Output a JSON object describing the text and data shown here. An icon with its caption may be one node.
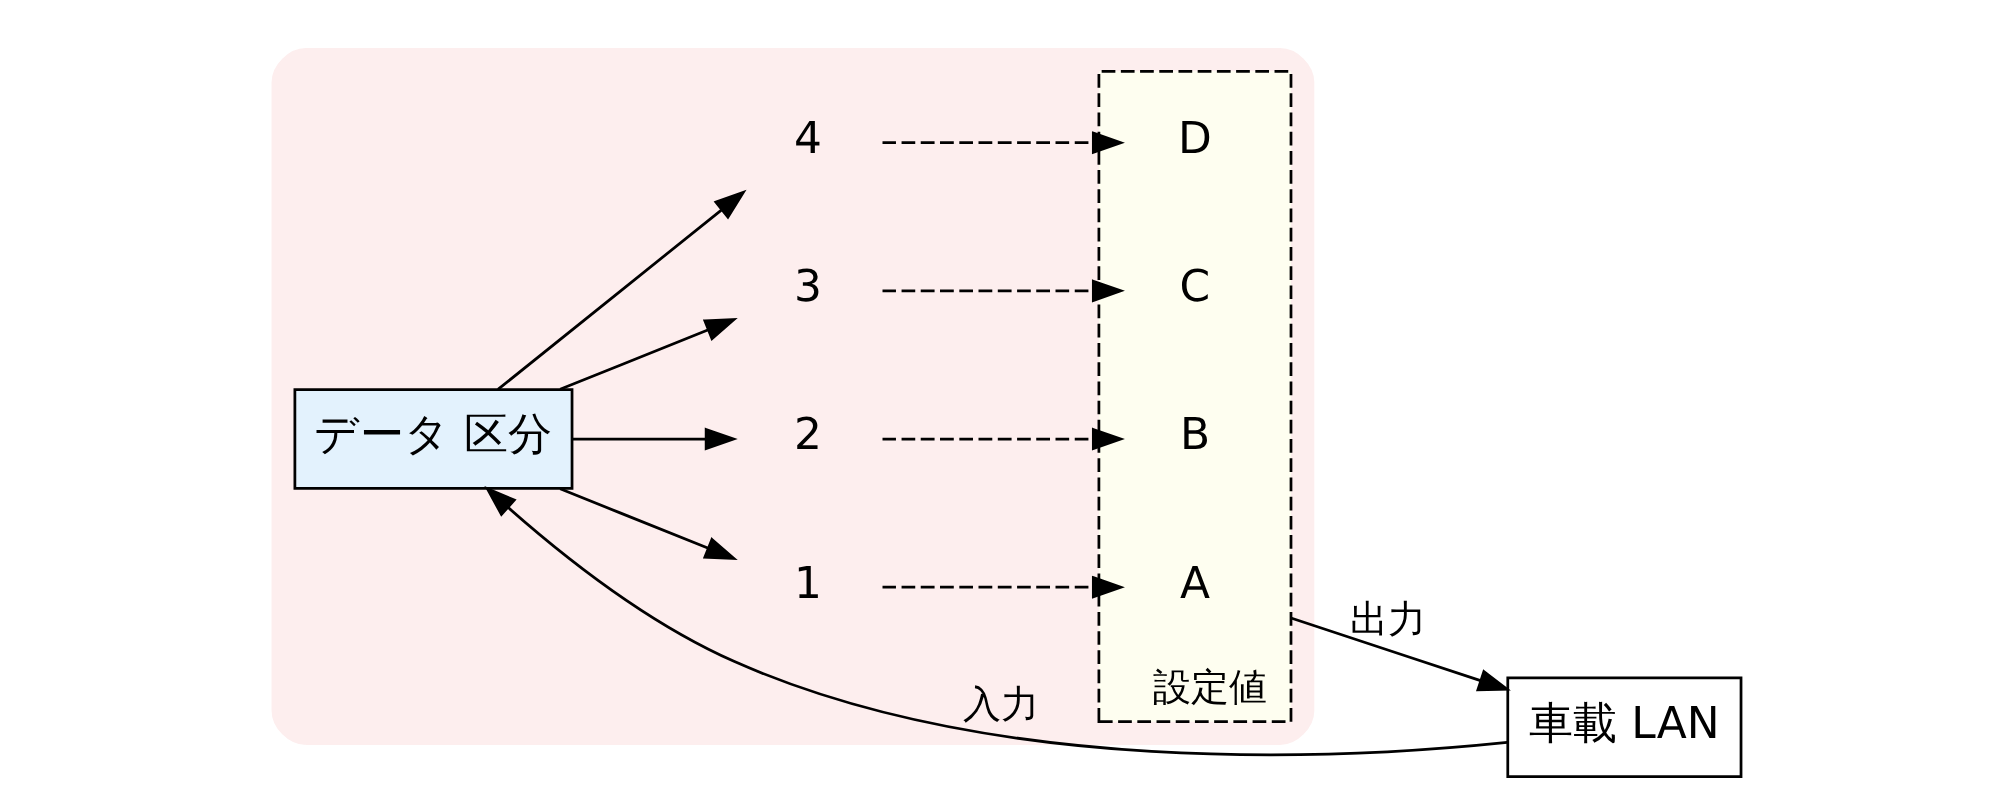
{
  "diagram": {
    "nodes": [
      {
        "text": [],
        "shape": "box"
      },
      {
        "text": [
          "データ 区分"
        ],
        "in": 0
      },
      {
        "text": [
          "1"
        ],
        "in": 0
      },
      {
        "text": [
          "2"
        ],
        "in": 0
      },
      {
        "text": [
          "3"
        ],
        "in": 0
      },
      {
        "text": [
          "4"
        ],
        "in": 0
      },
      {
        "text": [],
        "shape": "box",
        "beside": [
          "設定値"
        ],
        "in": 0
      },
      {
        "text": [
          "A"
        ],
        "in": 6
      },
      {
        "text": [
          "B"
        ],
        "in": 6
      },
      {
        "text": [
          "C"
        ],
        "in": 6
      },
      {
        "text": [
          "D"
        ],
        "in": 6
      },
      {
        "text": [
          "車載 LAN"
        ]
      }
    ],
    "edges": [
      {
        "from": 11,
        "to": 1,
        "arrow": "to",
        "label": "入力"
      },
      {
        "from": 1,
        "to": 2,
        "arrow": "to"
      },
      {
        "from": 1,
        "to": 3,
        "arrow": "to"
      },
      {
        "from": 1,
        "to": 4,
        "arrow": "to"
      },
      {
        "from": 1,
        "to": 5,
        "arrow": "to"
      },
      {
        "from": 2,
        "to": 7,
        "arrow": "to",
        "style": "dashed"
      },
      {
        "from": 3,
        "to": 8,
        "arrow": "to",
        "style": "dashed"
      },
      {
        "from": 4,
        "to": 9,
        "arrow": "to",
        "style": "dashed"
      },
      {
        "from": 5,
        "to": 10,
        "arrow": "to",
        "style": "dashed"
      },
      {
        "from": 6,
        "to": 11,
        "arrow": "to",
        "label": "出力"
      }
    ]
  }
}
